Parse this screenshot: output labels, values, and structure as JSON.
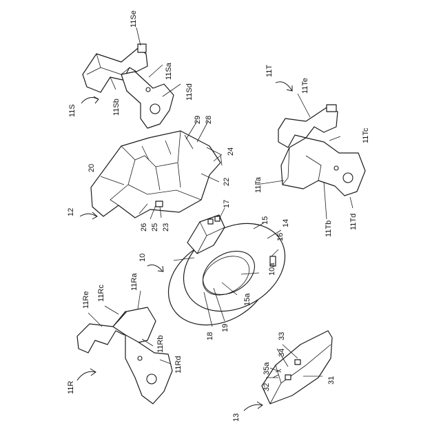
{
  "labels": {
    "l_11Se": "11Se",
    "l_11Sa": "11Sa",
    "l_11Sd": "11Sd",
    "l_11Sb": "11Sb",
    "l_11S": "11S",
    "l_29": "29",
    "l_28": "28",
    "l_24": "24",
    "l_22": "22",
    "l_20": "20",
    "l_12": "12",
    "l_26": "26",
    "l_25": "25",
    "l_23": "23",
    "l_11T": "11T",
    "l_11Te": "11Te",
    "l_11Tc": "11Tc",
    "l_11Ta": "11Ta",
    "l_11Tb": "11Tb",
    "l_11Td": "11Td",
    "l_17": "17",
    "l_15": "15",
    "l_14": "14",
    "l_16": "16",
    "l_10": "10",
    "l_10a": "10a",
    "l_15a": "15a",
    "l_18": "18",
    "l_19": "19",
    "l_11Re": "11Re",
    "l_11Rc": "11Rc",
    "l_11Ra": "11Ra",
    "l_11Rb": "11Rb",
    "l_11Rd": "11Rd",
    "l_11R": "11R",
    "l_34": "34",
    "l_33": "33",
    "l_32": "32",
    "l_35a": "35a",
    "l_31": "31",
    "l_13": "13"
  }
}
